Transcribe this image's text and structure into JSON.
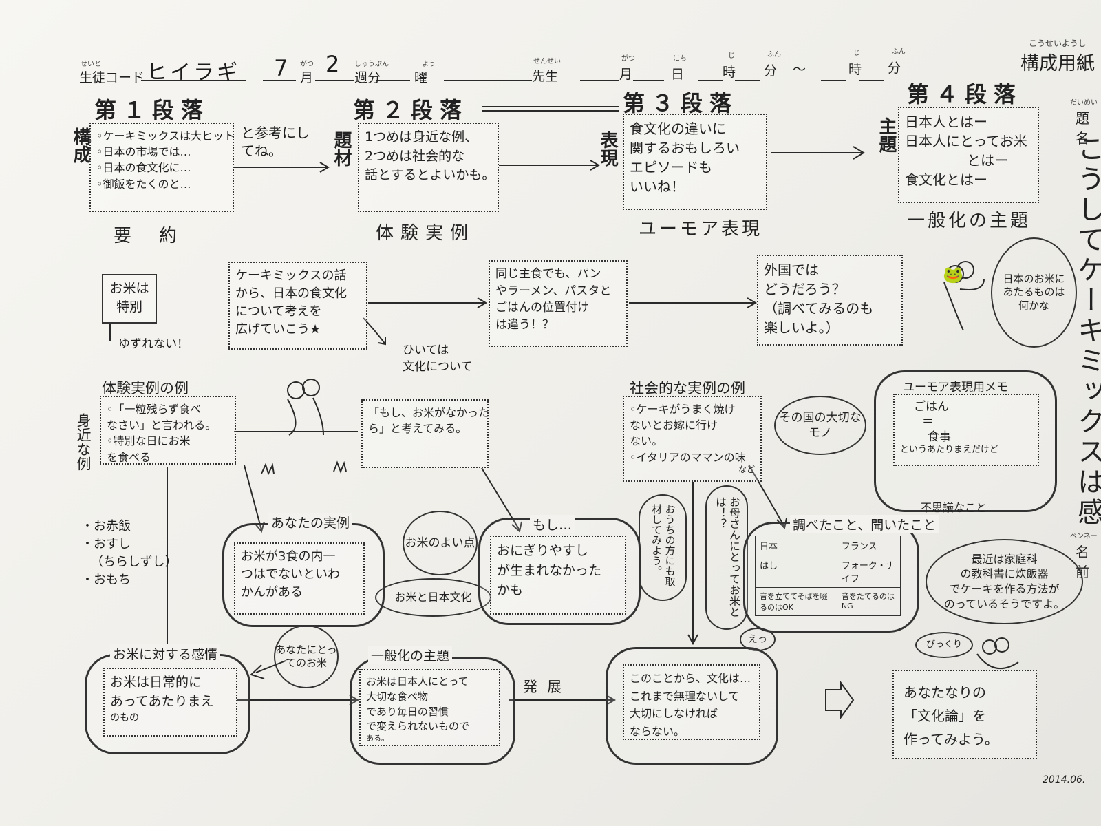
{
  "header": {
    "student_code_ruby": "せいと",
    "student_code_label": "生徒コード",
    "student_code_value": "ヒイラギ",
    "month_value": "7",
    "month_ruby": "がつ",
    "month_label": "月",
    "week_value": "2",
    "week_ruby": "しゅうぶん",
    "week_label": "週分",
    "day_ruby": "よう",
    "day_label": "曜",
    "teacher_ruby": "せんせい",
    "teacher_label": "先生",
    "date_month_ruby": "がつ",
    "date_month": "月",
    "date_day_ruby": "にち",
    "date_day": "日",
    "hour_ruby": "じ",
    "hour": "時",
    "minute_ruby": "ふん",
    "minute": "分",
    "tilde": "～",
    "hour2_ruby": "じ",
    "hour2": "時",
    "minute2_ruby": "ふん",
    "minute2": "分",
    "sheet_ruby": "こうせいようし",
    "sheet_title": "構成用紙",
    "title_ruby": "だいめい",
    "title_label": "題名",
    "title_vertical": "こうしてケーキミックスは感",
    "pen_ruby": "ペンネー",
    "pen_label": "名前",
    "date_stamp": "2014.06."
  },
  "row1": {
    "p1": {
      "heading": "第１段落",
      "side": "構成",
      "items": [
        "◦ケーキミックスは大ヒット",
        "◦日本の市場では…",
        "◦日本の食文化に…",
        "◦御飯をたくのと…"
      ],
      "caption": "要約"
    },
    "note_arrow": "と参考にしてね。",
    "p2": {
      "heading": "第２段落",
      "side": "題材",
      "lines": [
        "1つめは身近な例、",
        "2つめは社会的な",
        "話とするとよいかも。"
      ],
      "caption": "体験実例"
    },
    "p3": {
      "heading": "第３段落",
      "side": "表現",
      "lines": [
        "食文化の違いに",
        "関するおもしろい",
        "エピソードも",
        "いいね！"
      ],
      "caption": "ユーモア表現"
    },
    "p4": {
      "heading": "第４段落",
      "side": "主題",
      "lines": [
        "日本人とはー",
        "日本人にとってお米",
        "とはー",
        "食文化とはー"
      ],
      "caption": "一般化の主題"
    }
  },
  "row2": {
    "rice": {
      "lines": [
        "お米は",
        "特別"
      ],
      "note": "ゆずれない！"
    },
    "box1": [
      "ケーキミックスの話",
      "から、日本の食文化",
      "について考えを",
      "広げていこう★"
    ],
    "box1_note": [
      "ひいては",
      "文化について"
    ],
    "box2": [
      "同じ主食でも、パン",
      "やラーメン、パスタと",
      "ごはんの位置付け",
      "は違う！？"
    ],
    "box3": [
      "外国では",
      "どうだろう？",
      "（調べてみるのも",
      "楽しいよ。）"
    ],
    "frog_speech": "日本のお米にあたるものは何かな"
  },
  "row3": {
    "exp_title": "体験実例の例",
    "exp_side": "身近な例",
    "exp_box": [
      "◦「一粒残らず食べ",
      "なさい」と言われる。",
      "◦特別な日にお米",
      "を食べる"
    ],
    "exp_list": [
      "・お赤飯",
      "・おすし",
      "（ちらしずし）",
      "・おもち"
    ],
    "mid_box": [
      "「もし、お米がなかった",
      "ら」と考えてみる。"
    ],
    "soc_title": "社会的な実例の例",
    "soc_box": [
      "◦ケーキがうまく焼け",
      "ないとお嫁に行け",
      "ない。",
      "◦イタリアのママンの味",
      "など"
    ],
    "soc_bubble": "その国の大切なモノ",
    "humor_title": "ユーモア表現用メモ",
    "humor_lines": [
      "ごはん",
      "＝",
      "食事",
      "というあたりまえだけど"
    ],
    "humor_caption": "不思議なこと"
  },
  "row4": {
    "your_example": "あなたの実例",
    "cloud1": [
      "お米が3食の内一",
      "つはでないといわ",
      "かんがある"
    ],
    "rice_good": "お米のよい点",
    "moshi": "もし…",
    "cloud2": [
      "おにぎりやすし",
      "が生まれなかった",
      "かも"
    ],
    "rice_culture": "お米と日本文化",
    "bubble_family": "おうちの方にも取材してみよう。",
    "bubble_mother": "お母さんにとってお米とは！？",
    "research_title": "調べたこと、聞いたこと",
    "table": [
      [
        "日本",
        "フランス"
      ],
      [
        "はし",
        "フォーク・ナイフ"
      ],
      [
        "音を立ててそばを啜るのはOK",
        "音をたてるのはNG"
      ]
    ],
    "ee": "えっ",
    "kitchen_note": [
      "最近は家庭科",
      "の教科書に炊飯器",
      "でケーキを作る方法が",
      "のっているそうですよ。"
    ],
    "bikkuri": "びっくり"
  },
  "row5": {
    "feel_title": "お米に対する感情",
    "feel_box": [
      "お米は日常的に",
      "あってあたりまえ",
      "のもの"
    ],
    "your_rice": "あなたにとってのお米",
    "gen_title": "一般化の主題",
    "gen_box": [
      "お米は日本人にとって",
      "大切な食べ物",
      "であり毎日の習慣",
      "で変えられないもので",
      "ある。"
    ],
    "develop": "発展",
    "culture_box": [
      "このことから、文化は…",
      "これまで無理ないして",
      "大切にしなければ",
      "ならない。"
    ],
    "final_box": [
      "あなたなりの",
      "「文化論」を",
      "作ってみよう。"
    ]
  }
}
